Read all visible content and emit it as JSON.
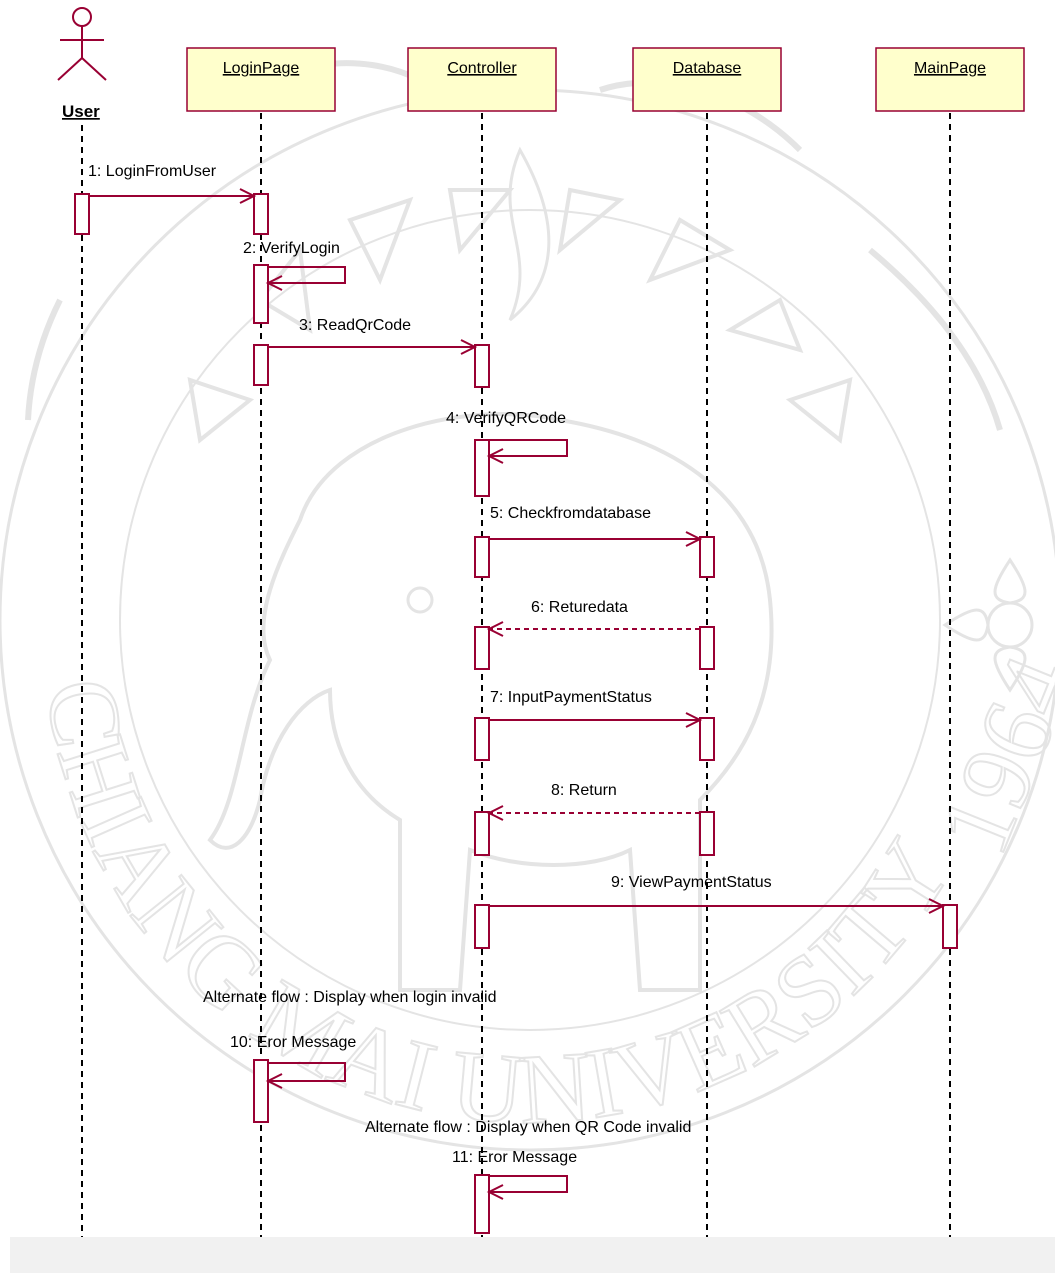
{
  "diagram": {
    "colors": {
      "lifeline_box_fill": "#ffffcc",
      "line": "#990033",
      "text": "#000000"
    },
    "actor": {
      "label": "User"
    },
    "objects": [
      "LoginPage",
      "Controller",
      "Database",
      "MainPage"
    ],
    "messages": [
      {
        "label": "1: LoginFromUser",
        "from": "User",
        "to": "LoginPage",
        "kind": "call"
      },
      {
        "label": "2: VerifyLogin",
        "from": "LoginPage",
        "to": "LoginPage",
        "kind": "self"
      },
      {
        "label": "3: ReadQrCode",
        "from": "LoginPage",
        "to": "Controller",
        "kind": "call"
      },
      {
        "label": "4: VerifyQRCode",
        "from": "Controller",
        "to": "Controller",
        "kind": "self"
      },
      {
        "label": "5: Checkfromdatabase",
        "from": "Controller",
        "to": "Database",
        "kind": "call"
      },
      {
        "label": "6: Returedata",
        "from": "Database",
        "to": "Controller",
        "kind": "return"
      },
      {
        "label": "7: InputPaymentStatus",
        "from": "Controller",
        "to": "Database",
        "kind": "call"
      },
      {
        "label": "8: Return",
        "from": "Database",
        "to": "Controller",
        "kind": "return"
      },
      {
        "label": "9: ViewPaymentStatus",
        "from": "Controller",
        "to": "MainPage",
        "kind": "call"
      },
      {
        "label": "10: Eror Message",
        "from": "LoginPage",
        "to": "LoginPage",
        "kind": "self"
      },
      {
        "label": "11: Eror Message",
        "from": "Controller",
        "to": "Controller",
        "kind": "self"
      }
    ],
    "notes": [
      "Alternate flow : Display when login invalid",
      "Alternate flow : Display when QR Code invalid"
    ],
    "watermark": {
      "university_text": "CHIANG MAI UNIVERSITY",
      "year": "1964"
    }
  }
}
